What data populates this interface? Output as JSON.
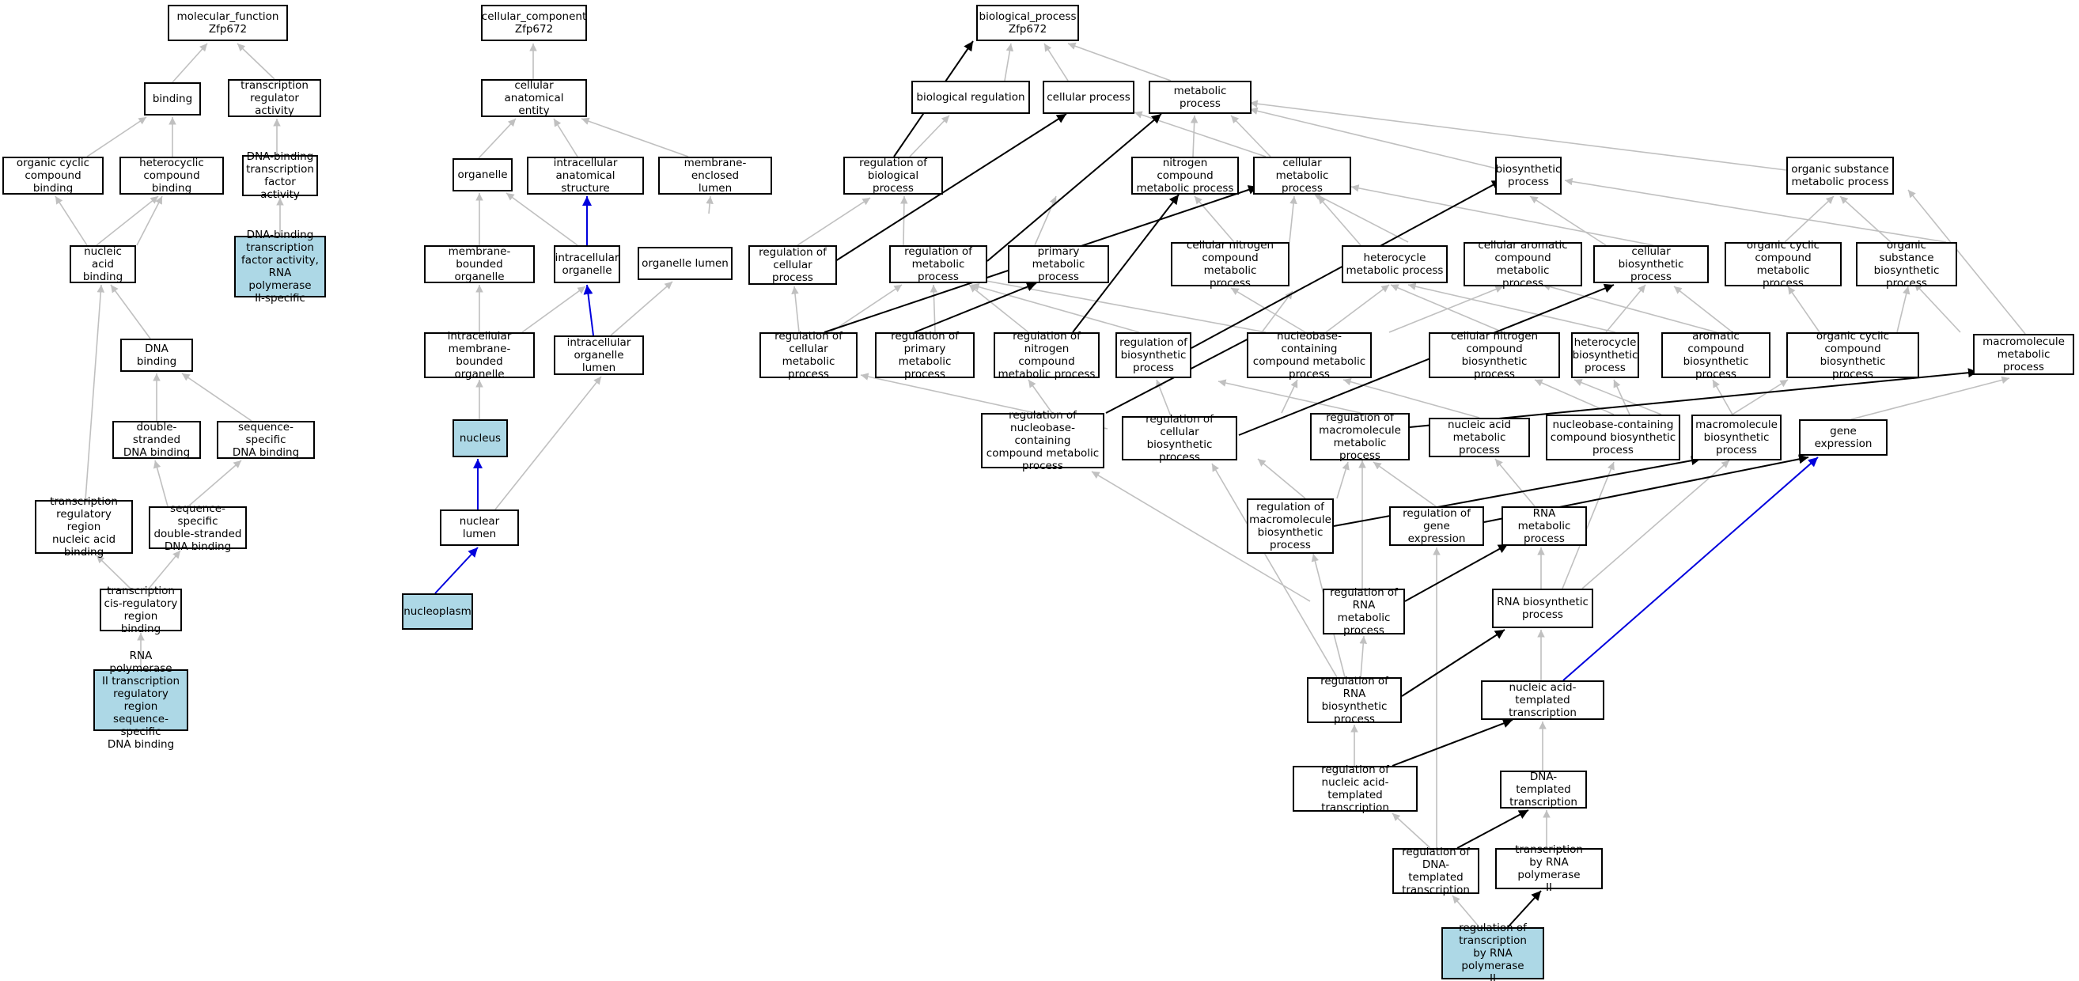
{
  "colors": {
    "highlight_fill": "#add8e6",
    "grey_edge": "#c0c0c0",
    "black_edge": "#000000",
    "blue_edge": "#0000dd"
  },
  "nodes": {
    "mf_root": "molecular_function\nZfp672",
    "binding": "binding",
    "tra": "transcription\nregulator activity",
    "occb": "organic cyclic\ncompound binding",
    "hcb": "heterocyclic\ncompound binding",
    "dbtfa": "DNA-binding\ntranscription\nfactor activity",
    "dbtfa_rnap": "DNA-binding\ntranscription\nfactor activity,\nRNA polymerase\nII-specific",
    "nab": "nucleic acid\nbinding",
    "dnab": "DNA binding",
    "dsdb": "double-stranded\nDNA binding",
    "ssdb": "sequence-specific\nDNA binding",
    "trrnab": "transcription\nregulatory region\nnucleic acid\nbinding",
    "ssdsdb": "sequence-specific\ndouble-stranded\nDNA binding",
    "tcrb": "transcription\ncis-regulatory\nregion binding",
    "rnap_trr": "RNA polymerase\nII transcription\nregulatory region\nsequence-specific\nDNA binding",
    "cc_root": "cellular_component\nZfp672",
    "cae": "cellular anatomical\nentity",
    "organelle": "organelle",
    "ias": "intracellular\nanatomical structure",
    "mel": "membrane-enclosed\nlumen",
    "mbo": "membrane-bounded\norganelle",
    "io": "intracellular\norganelle",
    "ol": "organelle lumen",
    "imbo": "intracellular\nmembrane-bounded\norganelle",
    "iol": "intracellular\norganelle lumen",
    "nucleus": "nucleus",
    "nl": "nuclear lumen",
    "nucleoplasm": "nucleoplasm",
    "bp_root": "biological_process\nZfp672",
    "breg": "biological regulation",
    "cp": "cellular process",
    "mp": "metabolic process",
    "rbp": "regulation of\nbiological process",
    "ncmp": "nitrogen compound\nmetabolic process",
    "cmp": "cellular metabolic\nprocess",
    "bsp": "biosynthetic\nprocess",
    "osmp": "organic substance\nmetabolic process",
    "rcp": "regulation of\ncellular process",
    "rmp": "regulation of\nmetabolic process",
    "pmp": "primary metabolic\nprocess",
    "cncmp": "cellular nitrogen\ncompound metabolic\nprocess",
    "hmp": "heterocycle\nmetabolic process",
    "camp": "cellular aromatic\ncompound metabolic\nprocess",
    "cbp": "cellular biosynthetic\nprocess",
    "occmp": "organic cyclic\ncompound metabolic\nprocess",
    "osbp": "organic substance\nbiosynthetic\nprocess",
    "rcmp": "regulation of\ncellular metabolic\nprocess",
    "rpmp": "regulation of\nprimary metabolic\nprocess",
    "rncmp": "regulation of\nnitrogen compound\nmetabolic process",
    "rbsp": "regulation of\nbiosynthetic\nprocess",
    "nbcmp": "nucleobase-containing\ncompound metabolic\nprocess",
    "cncbp": "cellular nitrogen\ncompound biosynthetic\nprocess",
    "hbp": "heterocycle\nbiosynthetic\nprocess",
    "acbp": "aromatic compound\nbiosynthetic\nprocess",
    "occbp": "organic cyclic\ncompound biosynthetic\nprocess",
    "mmp": "macromolecule\nmetabolic process",
    "rnbcmp": "regulation of\nnucleobase-containing\ncompound metabolic\nprocess",
    "rcbp": "regulation of\ncellular biosynthetic\nprocess",
    "rmmp": "regulation of\nmacromolecule\nmetabolic process",
    "namp": "nucleic acid\nmetabolic process",
    "nbcbp": "nucleobase-containing\ncompound biosynthetic\nprocess",
    "mbp": "macromolecule\nbiosynthetic\nprocess",
    "ge": "gene expression",
    "rmbp": "regulation of\nmacromolecule\nbiosynthetic\nprocess",
    "rge": "regulation of\ngene expression",
    "rnamp": "RNA metabolic\nprocess",
    "rrnamp": "regulation of\nRNA metabolic\nprocess",
    "rnabp": "RNA biosynthetic\nprocess",
    "rrnabp": "regulation of\nRNA biosynthetic\nprocess",
    "natt": "nucleic acid-templated\ntranscription",
    "rnatt": "regulation of\nnucleic acid-templated\ntranscription",
    "dtt": "DNA-templated\ntranscription",
    "rdtt": "regulation of\nDNA-templated\ntranscription",
    "trnap": "transcription\nby RNA polymerase\nII",
    "rtrnap": "regulation of\ntranscription\nby RNA polymerase\nII"
  }
}
